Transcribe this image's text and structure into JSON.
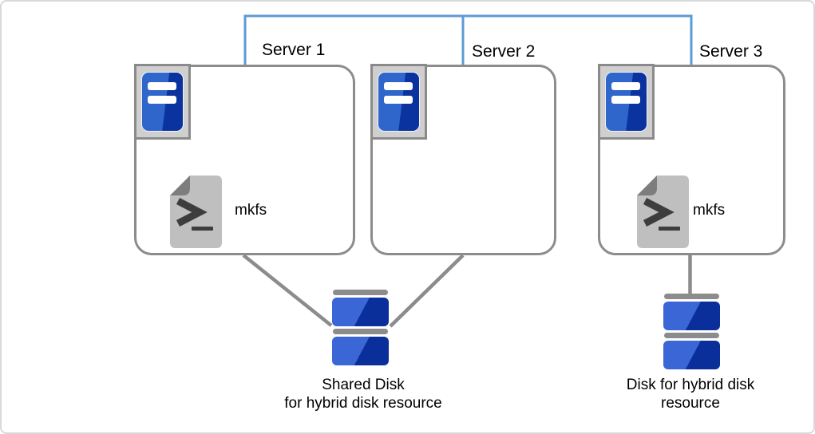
{
  "diagram": {
    "servers": [
      {
        "label": "Server 1",
        "mkfs_label": "mkfs"
      },
      {
        "label": "Server 2"
      },
      {
        "label": "Server 3",
        "mkfs_label": "mkfs"
      }
    ],
    "shared_disk": {
      "caption_line1": "Shared Disk",
      "caption_line2": "for hybrid disk resource"
    },
    "hybrid_disk": {
      "caption_line1": "Disk for hybrid disk",
      "caption_line2": "resource"
    },
    "icons": {
      "server_icon": "server-tower-icon",
      "mkfs_icon": "terminal-script-file-icon",
      "disk_icon": "disk-stack-icon",
      "interconnect": "cluster-interconnect-line"
    },
    "colors": {
      "interconnect_blue": "#5B9BD5",
      "box_border_gray": "#8C8C8C",
      "connector_gray": "#8C8C8C",
      "server_blue_light": "#2F66CC",
      "server_blue_dark": "#0A33A0",
      "disk_blue_light": "#3A66D6",
      "disk_blue_dark": "#0A2F9B",
      "document_gray": "#BFBFBF",
      "document_fold_gray": "#7D7D7D"
    }
  }
}
